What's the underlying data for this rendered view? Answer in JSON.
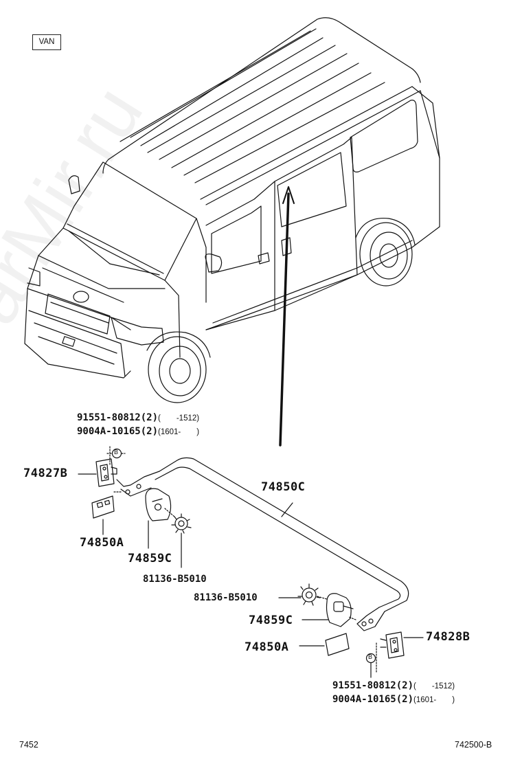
{
  "badge": "VAN",
  "watermark": "ToyotaCarMir.ru",
  "parts": {
    "p74827B": "74827B",
    "p74850A_left": "74850A",
    "p74859C_left": "74859C",
    "p81136_left": "81136-B5010",
    "p74850C": "74850C",
    "p81136_right": "81136-B5010",
    "p74859C_right": "74859C",
    "p74850A_right": "74850A",
    "p74828B": "74828B"
  },
  "bolt_refs": {
    "upper": {
      "line1": {
        "number": "91551-80812",
        "qty": "(2)",
        "range": "(　　-1512)"
      },
      "line2": {
        "number": "9004A-10165",
        "qty": "(2)",
        "range": "(1601-　　)"
      },
      "callout": "B"
    },
    "lower": {
      "line1": {
        "number": "91551-80812",
        "qty": "(2)",
        "range": "(　　-1512)"
      },
      "line2": {
        "number": "9004A-10165",
        "qty": "(2)",
        "range": "(1601-　　)"
      },
      "callout": "B"
    }
  },
  "footer": {
    "left": "7452",
    "right": "742500-B"
  }
}
